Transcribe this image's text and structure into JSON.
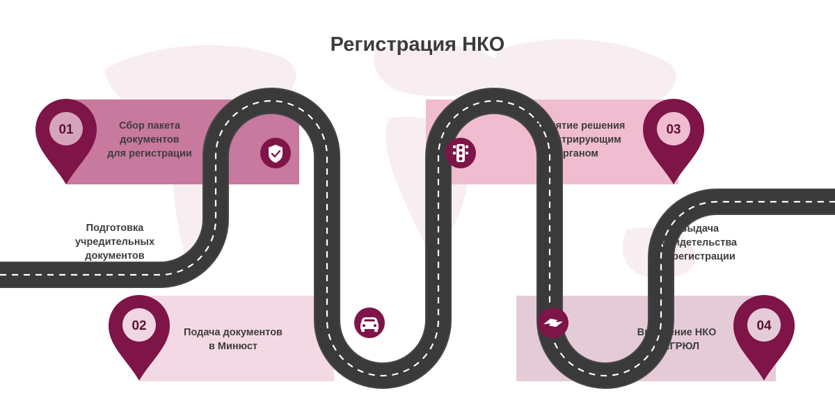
{
  "title": "Регистрация НКО",
  "colors": {
    "brand": "#7e1447",
    "road": "#474747",
    "band_1": "#c8799e",
    "band_2": "#f3d9e4",
    "band_3": "#f0bdd0",
    "band_4": "#e5cbd7"
  },
  "steps": [
    {
      "number": "01",
      "lines": [
        "Сбор пакета",
        "документов",
        "для регистрации"
      ],
      "icon": "shield-check-icon"
    },
    {
      "number": "02",
      "lines": [
        "Подача документов",
        "в Минюст"
      ],
      "icon": "car-icon"
    },
    {
      "number": "03",
      "lines": [
        "Принятие решения",
        "регистрирующим",
        "органом"
      ],
      "icon": "traffic-light-icon"
    },
    {
      "number": "04",
      "lines": [
        "Внедрение НКО",
        "в ЕГРЮЛ"
      ],
      "icon": "handshake-icon"
    }
  ],
  "start_label": {
    "lines": [
      "Подготовка",
      "учредительных",
      "документов"
    ]
  },
  "end_label": {
    "lines": [
      "Выдача",
      "свидетельства",
      "о регистрации"
    ]
  }
}
